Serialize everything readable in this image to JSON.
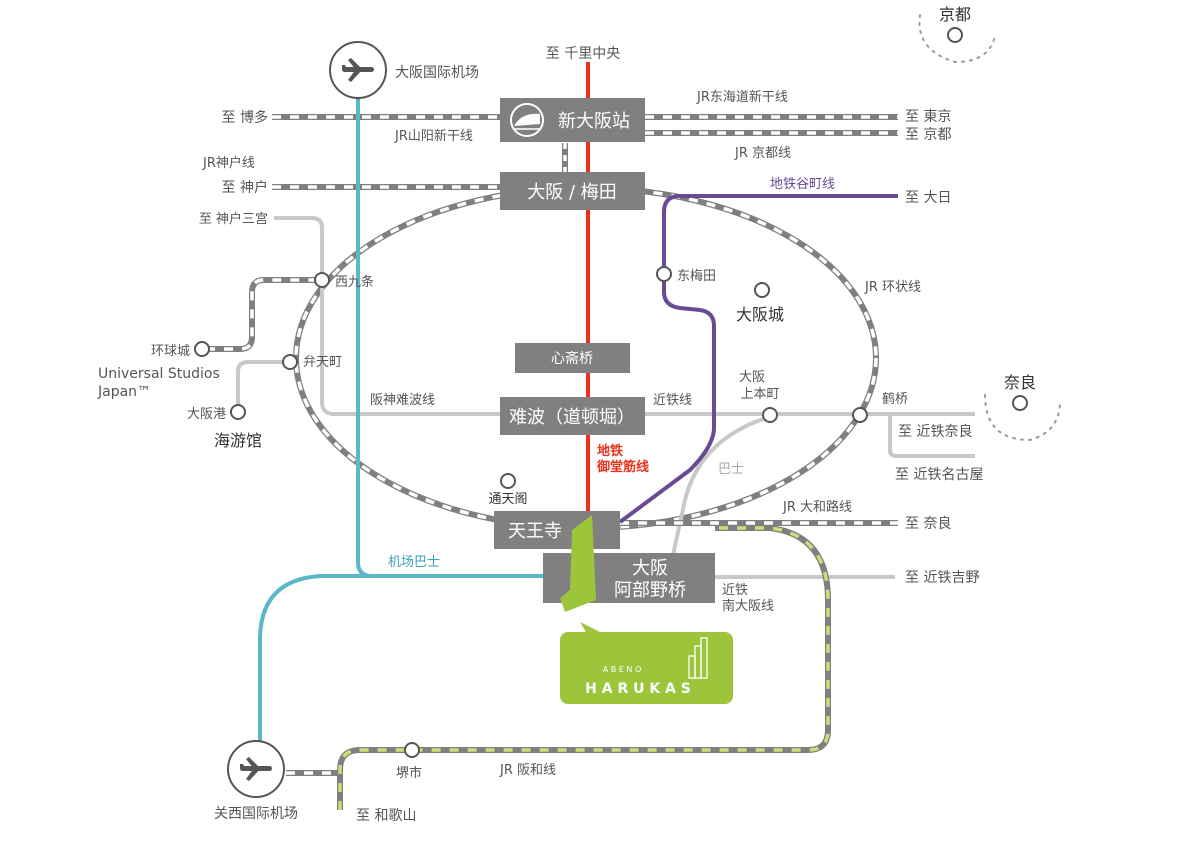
{
  "map": {
    "stations": {
      "shin_osaka": "新大阪站",
      "umeda": "大阪 / 梅田",
      "shinsaibashi": "心斋桥",
      "namba": "难波（道顿堀）",
      "tennoji": "天王寺",
      "abeno_line1": "大阪",
      "abeno_line2": "阿部野桥",
      "nishikujo": "西九条",
      "bentencho": "弁天町",
      "higashi_umeda": "东梅田",
      "uehommachi_line1": "大阪",
      "uehommachi_line2": "上本町",
      "tsuruhashi": "鹤桥",
      "sakai": "堺市"
    },
    "landmarks": {
      "itami": "大阪国际机场",
      "kansai": "关西国际机场",
      "kyoto": "京都",
      "nara": "奈良",
      "osaka_castle": "大阪城",
      "tsutenkaku": "通天阁",
      "usj_cn": "环球城",
      "usj_en_line1": "Universal Studios",
      "usj_en_line2": "Japan™",
      "osakako": "大阪港",
      "kaiyukan": "海游馆"
    },
    "lines": {
      "tokaido_shinkansen": "JR东海道新干线",
      "sanyo_shinkansen": "JR山阳新干线",
      "kobe_line": "JR神户线",
      "kyoto_line": "JR 京都线",
      "tanimachi": "地铁谷町线",
      "loop": "JR 环状线",
      "hanshin_namba": "阪神难波线",
      "kintetsu": "近铁线",
      "midosuji_line1": "地铁",
      "midosuji_line2": "御堂筋线",
      "bus": "巴士",
      "yamatoji": "JR 大和路线",
      "airport_bus": "机场巴士",
      "kintetsu_minami_line1": "近铁",
      "kintetsu_minami_line2": "南大阪线",
      "hanwa": "JR 阪和线"
    },
    "destinations": {
      "senri_chuo": "至 千里中央",
      "hakata": "至 博多",
      "tokyo": "至 東京",
      "kyoto": "至 京都",
      "kobe": "至 神户",
      "kobe_sannomiya": "至 神户三宫",
      "dainichi": "至 大日",
      "kintetsu_nara": "至 近铁奈良",
      "kintetsu_nagoya": "至 近铁名古屋",
      "nara": "至 奈良",
      "kintetsu_yoshino": "至 近铁吉野",
      "wakayama": "至 和歌山"
    },
    "harukas_logo": {
      "line1": "A B E N O",
      "line2": "H A R U K A S"
    }
  },
  "icons": {
    "itami_airport": "airplane-icon",
    "kansai_airport": "airplane-icon",
    "shinkansen": "bullet-train-icon",
    "harukas": "building-icon"
  },
  "colors": {
    "midosuji": "#e8321e",
    "tanimachi": "#6b4a95",
    "airport_bus": "#5bb8c8",
    "jr": "#7f7f7f",
    "private_line": "#c8c8c8",
    "station_box": "#808080",
    "harukas": "#9dc53b"
  }
}
